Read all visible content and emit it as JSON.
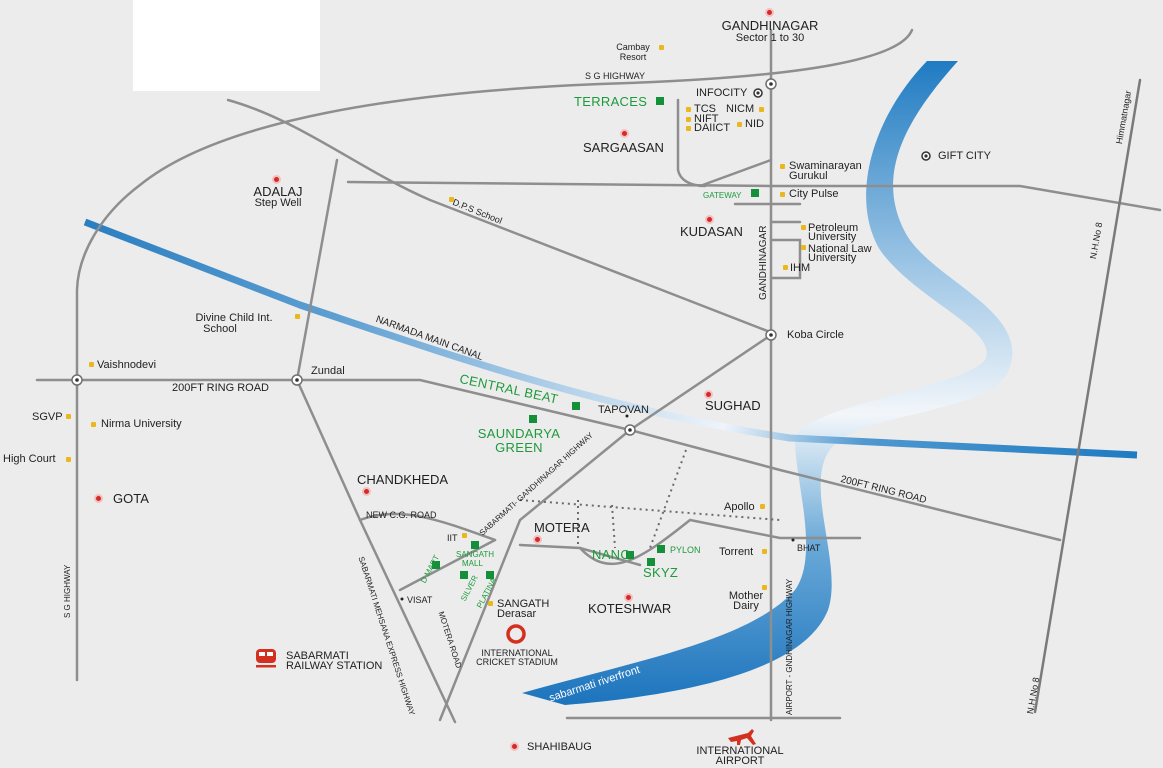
{
  "map_labels": {
    "gandhinagar": "GANDHINAGAR",
    "sector": "Sector 1 to 30",
    "cambay1": "Cambay",
    "cambay2": "Resort",
    "sg_highway_top": "S G  HIGHWAY",
    "infocity": "INFOCITY",
    "terraces": "TERRACES",
    "tcs": "TCS",
    "nicm": "NICM",
    "nift": "NIFT",
    "daiict": "DAIICT",
    "nid": "NID",
    "sargaasan": "SARGAASAN",
    "gift_city": "GIFT CITY",
    "himmatnagar": "Himmatnagar",
    "swaminarayan1": "Swaminarayan",
    "swaminarayan2": "Gurukul",
    "gateway": "GATEWAY",
    "city_pulse": "City Pulse",
    "adalaj1": "ADALAJ",
    "adalaj2": "Step Well",
    "dps": "D.P.S School",
    "kudasan": "KUDASAN",
    "petroleum1": "Petroleum",
    "petroleum2": "University",
    "nlu1": "National Law",
    "nlu2": "University",
    "ihm": "IHM",
    "nh8_top": "N.H.No 8",
    "gandhinagar_road": "GANDHINAGAR",
    "divine1": "Divine Child Int.",
    "divine2": "School",
    "narmada": "NARMADA MAIN CANAL",
    "koba": "Koba Circle",
    "vaishnodevi": "Vaishnodevi",
    "zundal": "Zundal",
    "ring_road_left": "200FT RING ROAD",
    "central_beat": "CENTRAL BEAT",
    "tapovan": "TAPOVAN",
    "sughad": "SUGHAD",
    "sgvp": "SGVP",
    "nirma": "Nirma University",
    "saundarya1": "SAUNDARYA",
    "saundarya2": "GREEN",
    "high_court": "High Court",
    "cg_highway": "SABARMATI- GANDHINAGAR HIGHWAY",
    "chandkheda": "CHANDKHEDA",
    "gota": "GOTA",
    "ring_road_right": "200FT RING ROAD",
    "apollo": "Apollo",
    "new_cg": "NEW C.G. ROAD",
    "iit": "IIT",
    "sangath_mall1": "SANGATH",
    "sangath_mall2": "MALL",
    "motera": "MOTERA",
    "nano": "NANO",
    "pylon": "PYLON",
    "torrent": "Torrent",
    "bhat": "BHAT",
    "skyz": "SKYZ",
    "sg_highway_left": "S G HIGHWAY",
    "d_mart": "D MART",
    "silver": "SILVER",
    "platina": "PLATINA",
    "visat": "VISAT",
    "sangath_derasar1": "SANGATH",
    "sangath_derasar2": "Derasar",
    "koteshwar": "KOTESHWAR",
    "mother1": "Mother",
    "mother2": "Dairy",
    "mehsana_hwy": "SABARMATI MEHSANA EXPRESS HIGHWAY",
    "motera_road": "MOTERA ROAD",
    "airport_hwy": "AIRPORT - GNDHINAGAR HIGHWAY",
    "nh8_bottom": "N.H.No 8",
    "sabarmati_station1": "SABARMATI",
    "sabarmati_station2": "RAILWAY STATION",
    "stadium1": "INTERNATIONAL",
    "stadium2": "CRICKET STADIUM",
    "riverfront": "sabarmati riverfront",
    "shahibaug": "SHAHIBAUG",
    "airport1": "INTERNATIONAL",
    "airport2": "AIRPORT"
  },
  "colors": {
    "background": "#ececec",
    "road": "#8e8e8e",
    "river": "#2f86c9",
    "canal": "#2a7ec0",
    "project": "#14903a",
    "landmark_pin": "#d42a2a",
    "poi_dot": "#e9b81c",
    "airport_icon": "#d4301f"
  },
  "icons": {
    "landmark": "pin-icon",
    "junction": "junction-icon",
    "poi": "dot-icon",
    "project": "project-square-icon",
    "railway": "train-icon",
    "stadium": "stadium-icon",
    "airport": "airplane-icon"
  }
}
